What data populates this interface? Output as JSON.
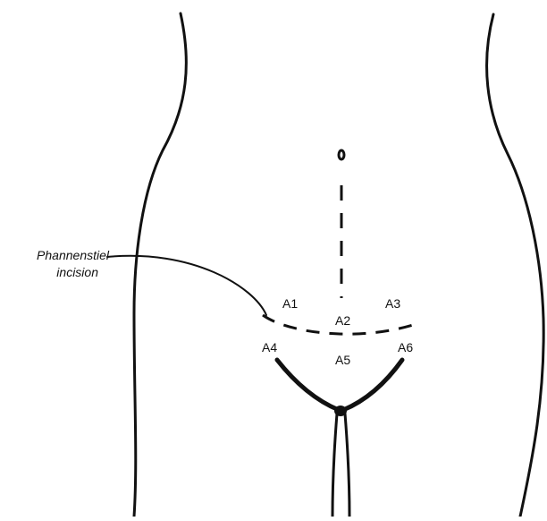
{
  "callout": {
    "line1": "Phannenstiel",
    "line2": "incision"
  },
  "regions": {
    "a1": "A1",
    "a2": "A2",
    "a3": "A3",
    "a4": "A4",
    "a5": "A5",
    "a6": "A6"
  },
  "colors": {
    "stroke": "#111111",
    "background": "#ffffff"
  }
}
